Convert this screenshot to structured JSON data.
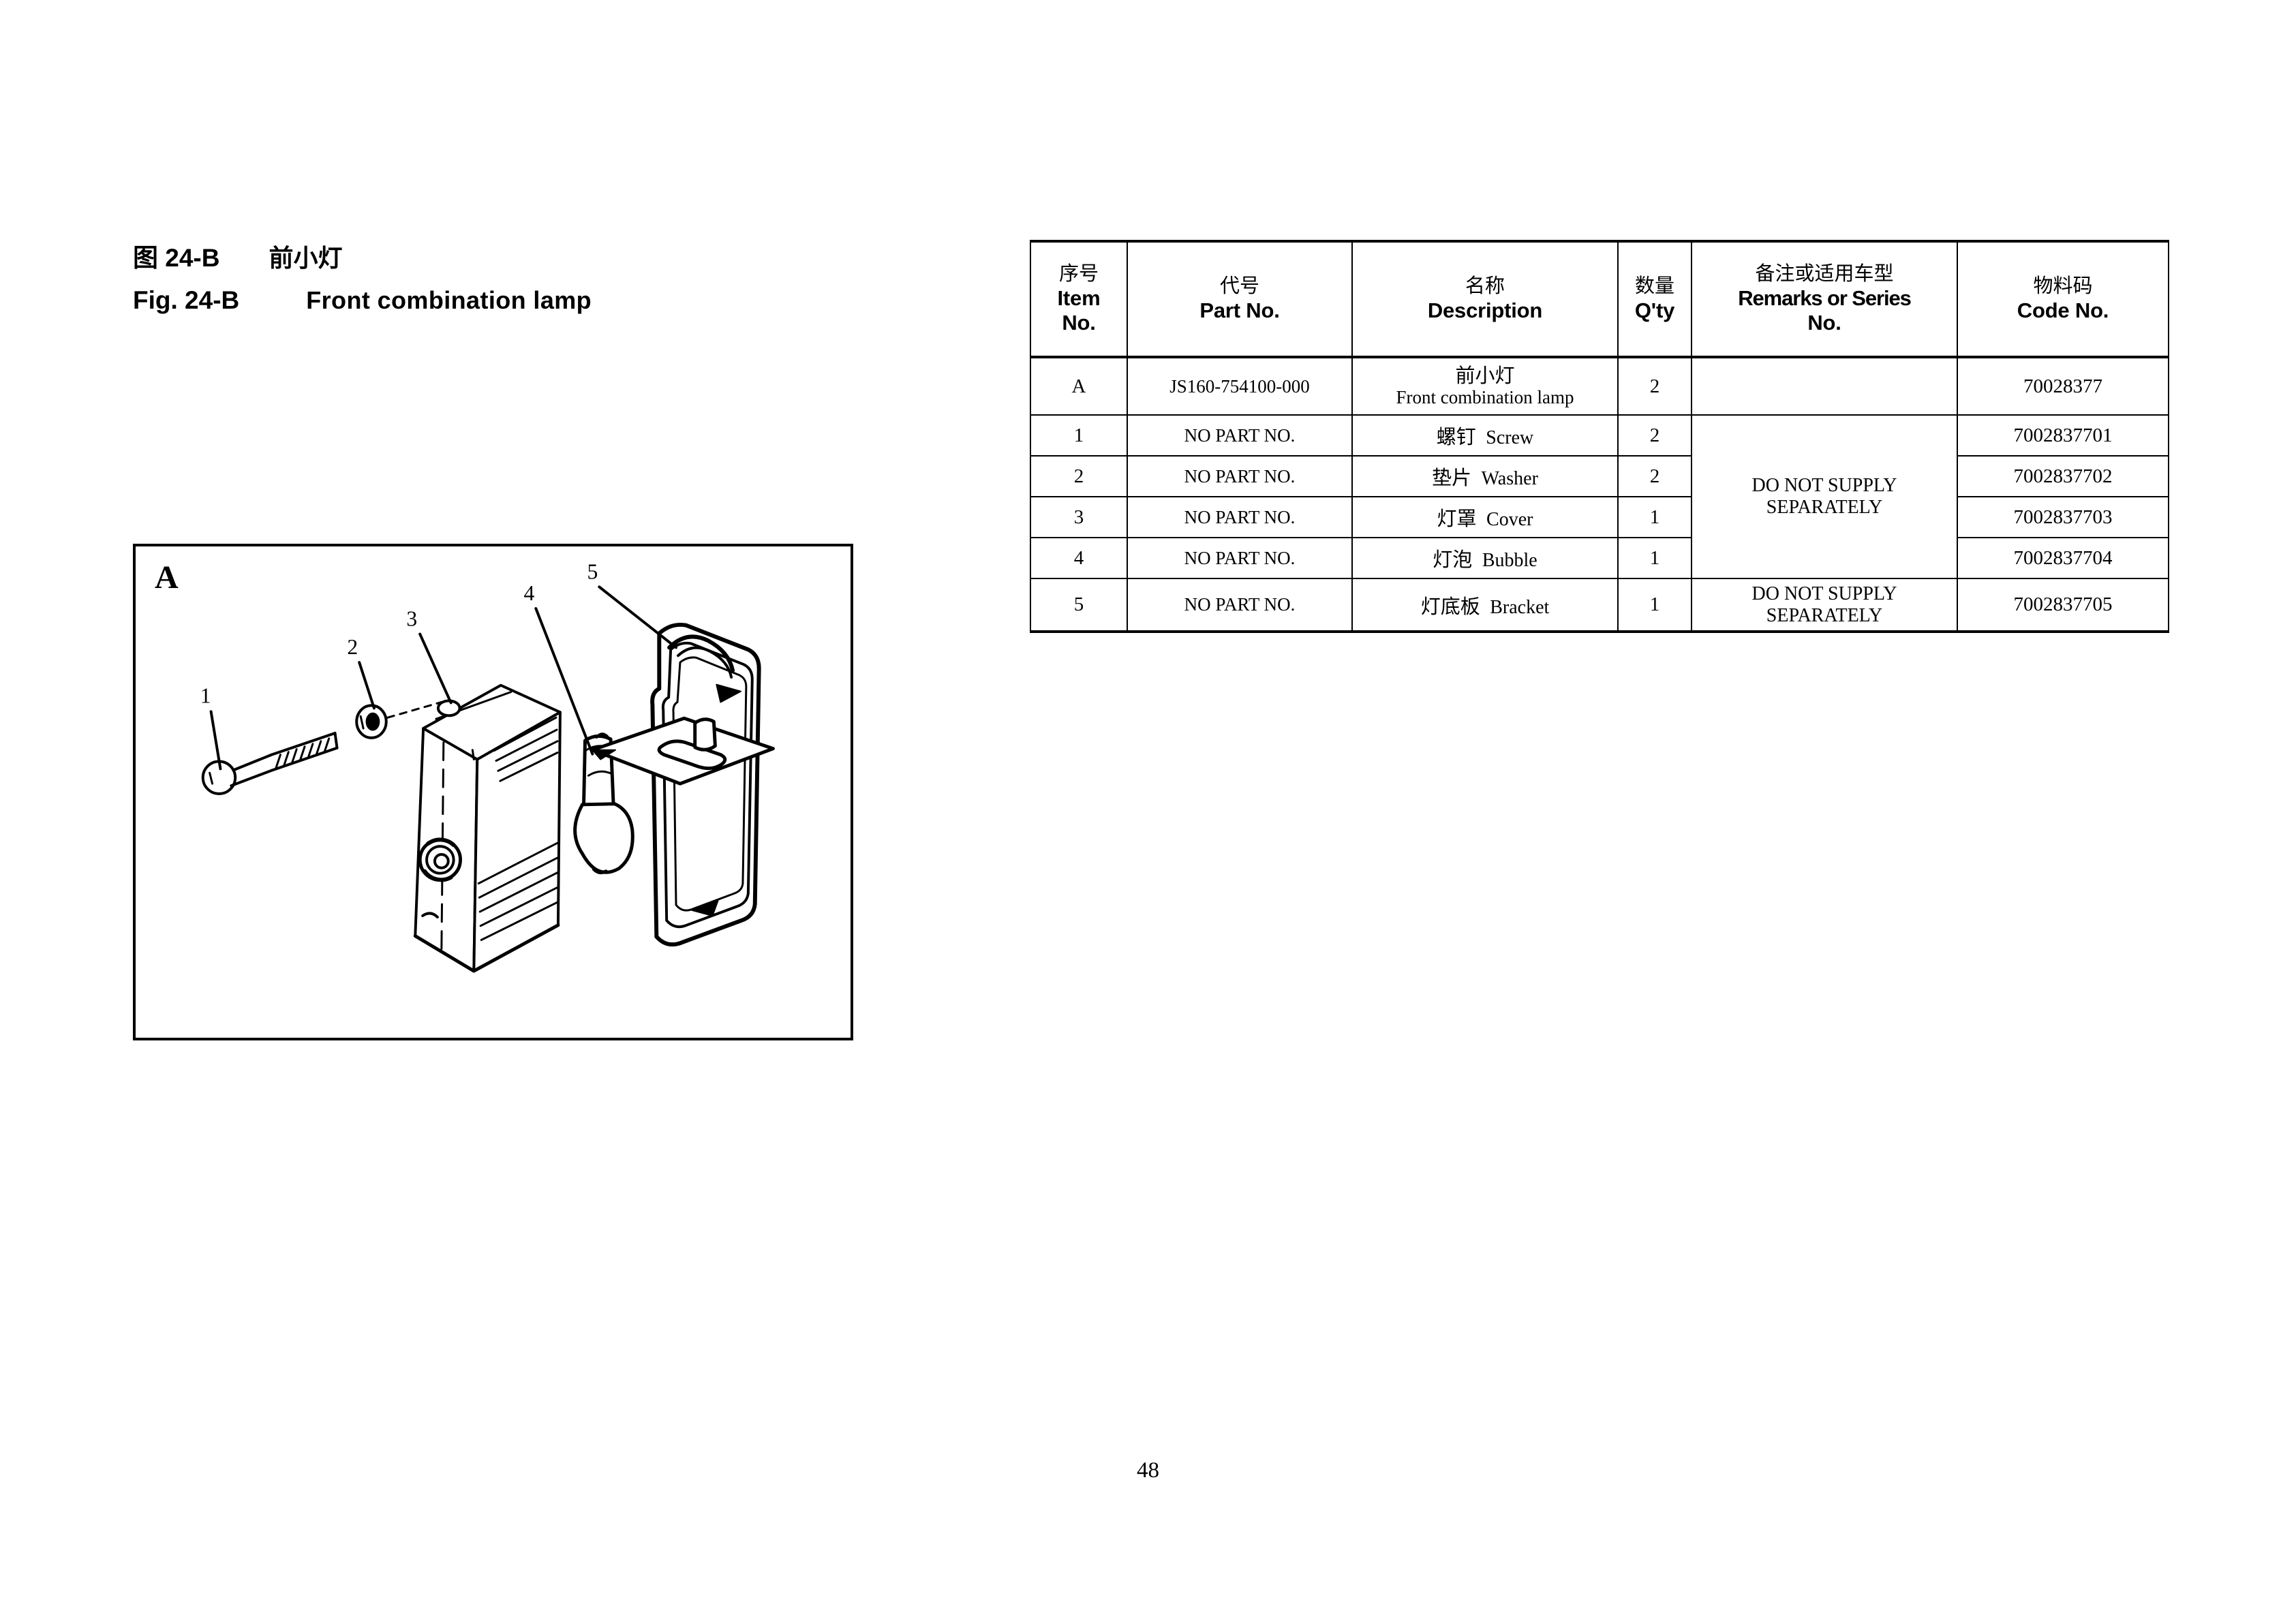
{
  "title": {
    "fig_label_cn": "图 24-B",
    "fig_label_en": "Fig. 24-B",
    "name_cn": "前小灯",
    "name_en": "Front combination lamp"
  },
  "illustration": {
    "frame_label": "A",
    "callouts": [
      "1",
      "2",
      "3",
      "4",
      "5"
    ],
    "parts_depicted": [
      {
        "callout": "1",
        "name": "Screw"
      },
      {
        "callout": "2",
        "name": "Washer"
      },
      {
        "callout": "3",
        "name": "Cover"
      },
      {
        "callout": "4",
        "name": "Bubble"
      },
      {
        "callout": "5",
        "name": "Bracket"
      }
    ]
  },
  "table": {
    "headers": [
      {
        "cn": "序号",
        "en": "Item\nNo.",
        "en_line1": "Item",
        "en_line2": "No."
      },
      {
        "cn": "代号",
        "en_line1": "Part No.",
        "en_line2": ""
      },
      {
        "cn": "名称",
        "en_line1": "Description",
        "en_line2": ""
      },
      {
        "cn": "数量",
        "en_line1": "Q'ty",
        "en_line2": ""
      },
      {
        "cn": "备注或适用车型",
        "en_line1": "Remarks or Series",
        "en_line2": "No."
      },
      {
        "cn": "物料码",
        "en_line1": "Code No.",
        "en_line2": ""
      }
    ],
    "rows": [
      {
        "item": "A",
        "part_no": "JS160-754100-000",
        "desc_cn": "前小灯",
        "desc_en": "Front combination lamp",
        "qty": "2",
        "remarks": "",
        "code_no": "70028377"
      },
      {
        "item": "1",
        "part_no": "NO PART NO.",
        "desc_cn": "螺钉",
        "desc_en": "Screw",
        "qty": "2",
        "remarks": "",
        "code_no": "7002837701"
      },
      {
        "item": "2",
        "part_no": "NO PART NO.",
        "desc_cn": "垫片",
        "desc_en": "Washer",
        "qty": "2",
        "remarks": "",
        "code_no": "7002837702"
      },
      {
        "item": "3",
        "part_no": "NO PART NO.",
        "desc_cn": "灯罩",
        "desc_en": "Cover",
        "qty": "1",
        "remarks": "",
        "code_no": "7002837703"
      },
      {
        "item": "4",
        "part_no": "NO PART NO.",
        "desc_cn": "灯泡",
        "desc_en": "Bubble",
        "qty": "1",
        "remarks": "",
        "code_no": "7002837704"
      },
      {
        "item": "5",
        "part_no": "NO PART NO.",
        "desc_cn": "灯底板",
        "desc_en": "Bracket",
        "qty": "1",
        "remarks": "",
        "code_no": "7002837705"
      }
    ],
    "merged_remarks": {
      "rows_1_to_4": {
        "line1": "DO NOT SUPPLY",
        "line2": "SEPARATELY"
      },
      "row_5": {
        "line1": "DO NOT SUPPLY",
        "line2": "SEPARATELY"
      }
    }
  },
  "page_number": "48"
}
